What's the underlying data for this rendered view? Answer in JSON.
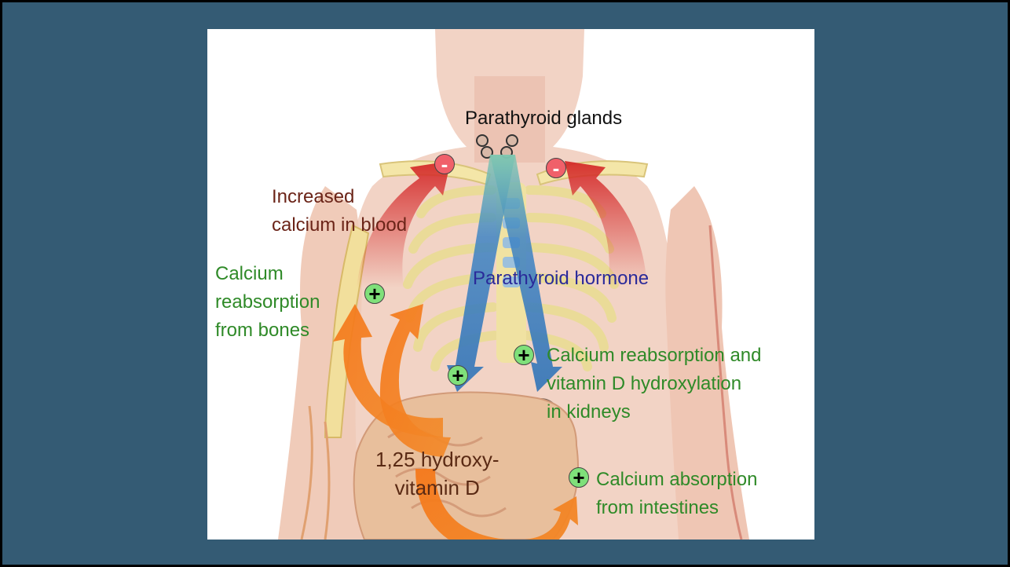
{
  "diagram": {
    "labels": {
      "glands": "Parathyroid glands",
      "increased": "Increased\ncalcium in blood",
      "hormone": "Parathyroid hormone",
      "bones": "Calcium\nreabsorption\nfrom bones",
      "kidneys": "Calcium reabsorption and\nvitamin D hydroxylation\nin kidneys",
      "vitd": "1,25 hydroxy-\nvitamin D",
      "intestines": "Calcium absorption\nfrom intestines"
    },
    "signs": {
      "minus": "-",
      "plus": "+"
    },
    "colors": {
      "background": "#345b74",
      "effect_text": "#2f8a28",
      "hormone_text": "#2a2a9a",
      "calcium_text": "#6b2418",
      "feedback_arrow": "#d93030",
      "hormone_arrow": "#3a7fc0",
      "vitamin_arrow": "#f27c1c"
    }
  }
}
